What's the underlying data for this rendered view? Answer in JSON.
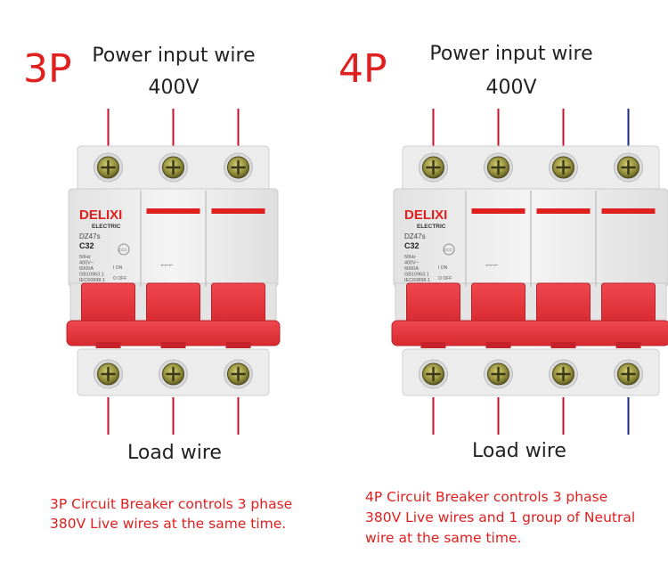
{
  "left": {
    "pole_label": "3P",
    "input_title": "Power input wire",
    "input_voltage": "400V",
    "load_label": "Load wire",
    "caption_line1": "3P Circuit Breaker controls 3 phase",
    "caption_line2": "380V Live wires at the same time.",
    "wire_colors": [
      "#c8102e",
      "#c8102e",
      "#c8102e"
    ]
  },
  "right": {
    "pole_label": "4P",
    "input_title": "Power input wire",
    "input_voltage": "400V",
    "load_label": "Load wire",
    "caption_line1": "4P Circuit Breaker  controls 3 phase",
    "caption_line2": "380V Live wires and 1 group of Neutral",
    "caption_line3": "wire at the same time.",
    "wire_colors": [
      "#c8102e",
      "#c8102e",
      "#c8102e",
      "#1c2a8a"
    ]
  },
  "breaker": {
    "brand": "DELIXI",
    "brand_sub": "ELECTRIC",
    "model": "DZ47s",
    "rating": "C32",
    "spec_lines": [
      "50Hz",
      "400V~",
      "6000A",
      "GB10963.1",
      "IEC60898.1"
    ],
    "switch_on": "I ON",
    "switch_off": "O OFF",
    "cert_mark": "CCC"
  },
  "colors": {
    "accent_red": "#e0201f",
    "housing": "#ececec",
    "handle": "#e8323a",
    "terminal_brass": "#a8a042"
  }
}
